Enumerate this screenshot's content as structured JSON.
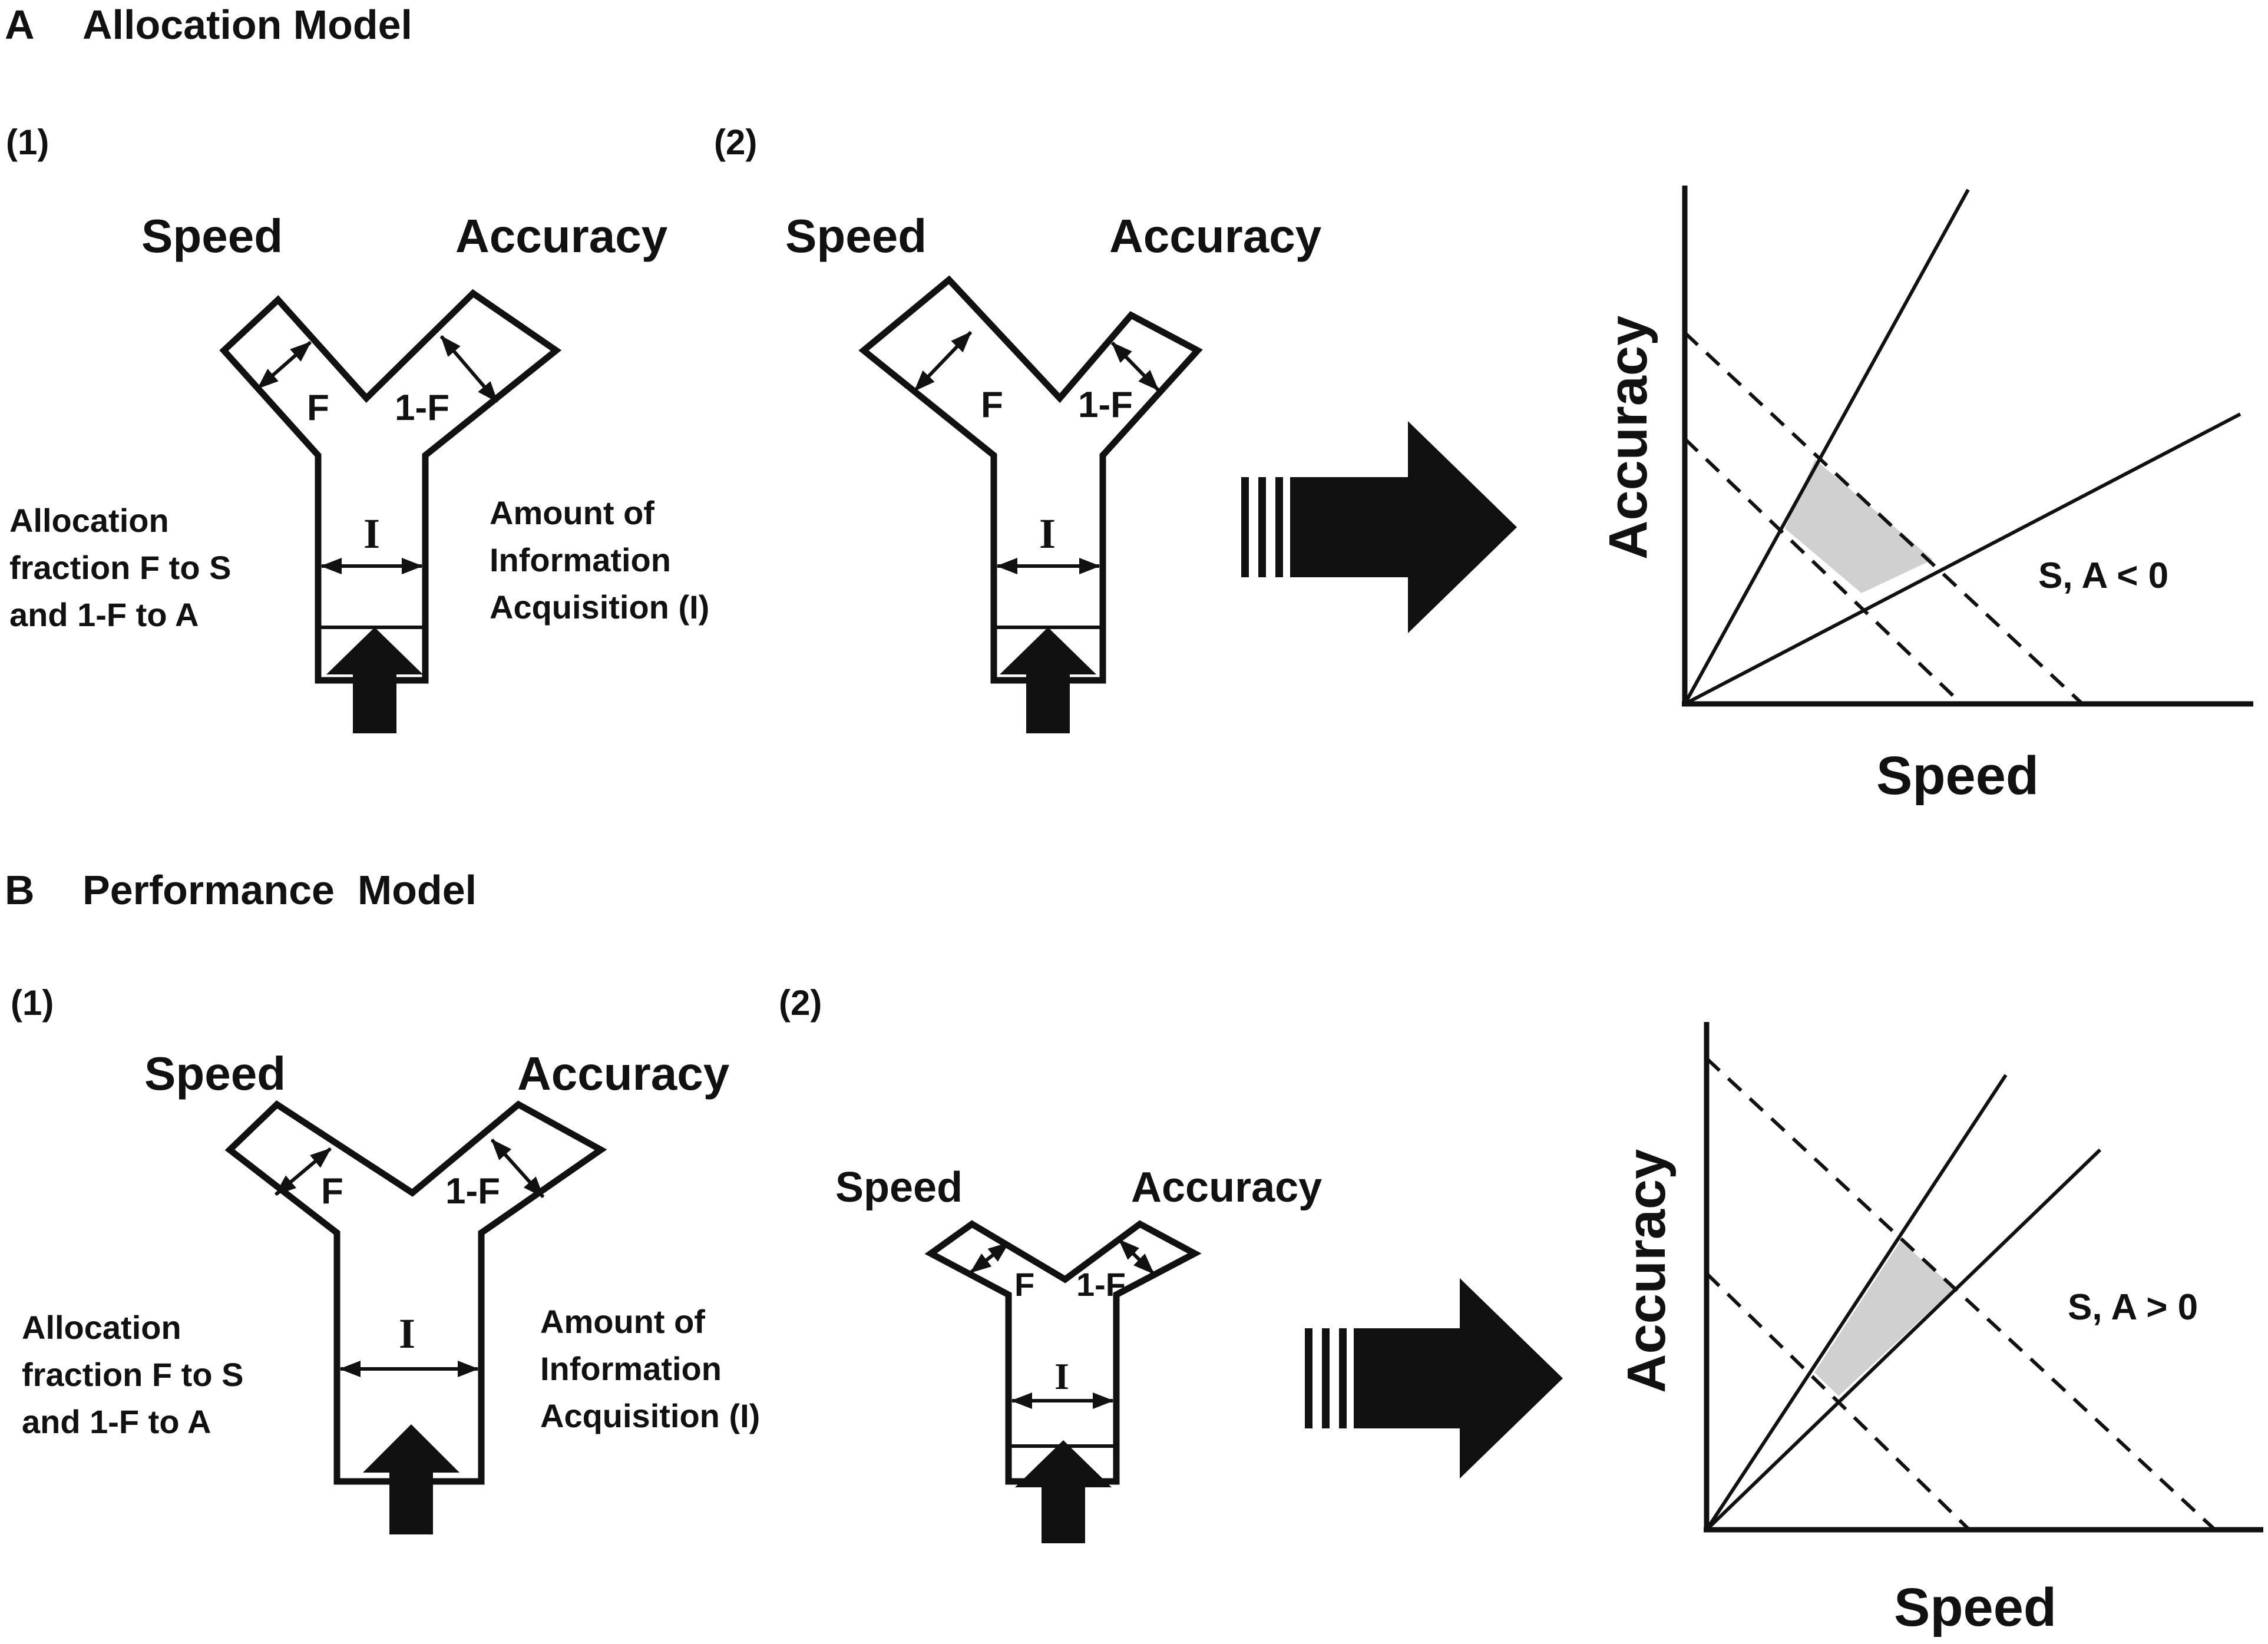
{
  "panels": {
    "A": {
      "letter": "A",
      "title": "Allocation Model",
      "sub1": "(1)",
      "sub2": "(2)",
      "speed": "Speed",
      "accuracy": "Accuracy",
      "f": "F",
      "one_minus_f": "1-F",
      "info_i": "I",
      "left_note": [
        "Allocation",
        "fraction F to S",
        "and 1-F to A"
      ],
      "right_note": [
        "Amount of",
        "Information",
        "Acquisition (I)"
      ],
      "graph_xlabel": "Speed",
      "graph_ylabel": "Accuracy",
      "graph_note": "S, A < 0"
    },
    "B": {
      "letter": "B",
      "title": "Performance  Model",
      "sub1": "(1)",
      "sub2": "(2)",
      "speed": "Speed",
      "accuracy": "Accuracy",
      "f": "F",
      "one_minus_f": "1-F",
      "info_i": "I",
      "left_note": [
        "Allocation",
        "fraction F to S",
        "and 1-F to A"
      ],
      "right_note": [
        "Amount of",
        "Information",
        "Acquisition (I)"
      ],
      "graph_xlabel": "Speed",
      "graph_ylabel": "Accuracy",
      "graph_note": "S, A > 0"
    }
  },
  "colors": {
    "ink": "#111111",
    "shade": "#d0d0d0",
    "background": "#ffffff"
  }
}
